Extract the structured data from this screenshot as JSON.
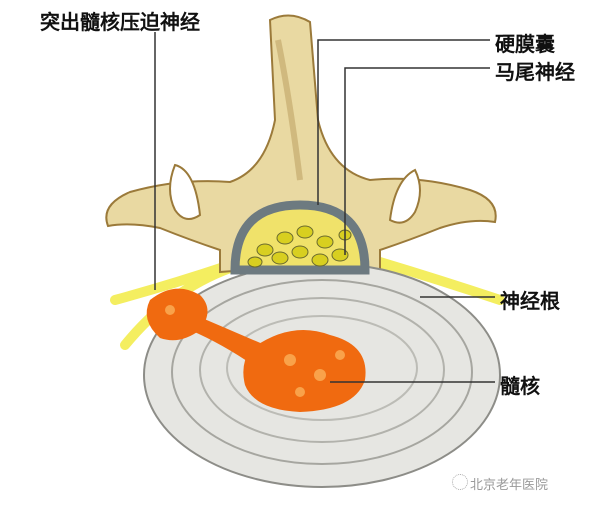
{
  "labels": {
    "herniated_nucleus": "突出髓核压迫神经",
    "dural_sac": "硬膜囊",
    "cauda_equina": "马尾神经",
    "nerve_root": "神经根",
    "nucleus_pulposus": "髓核"
  },
  "watermark": "北京老年医院",
  "colors": {
    "bone": "#e9d9a2",
    "bone_shadow": "#9b7a3a",
    "disc": "#e6e6e2",
    "nucleus": "#f06a10",
    "nerve": "#f4ee60",
    "dura": "#6d7a80"
  }
}
